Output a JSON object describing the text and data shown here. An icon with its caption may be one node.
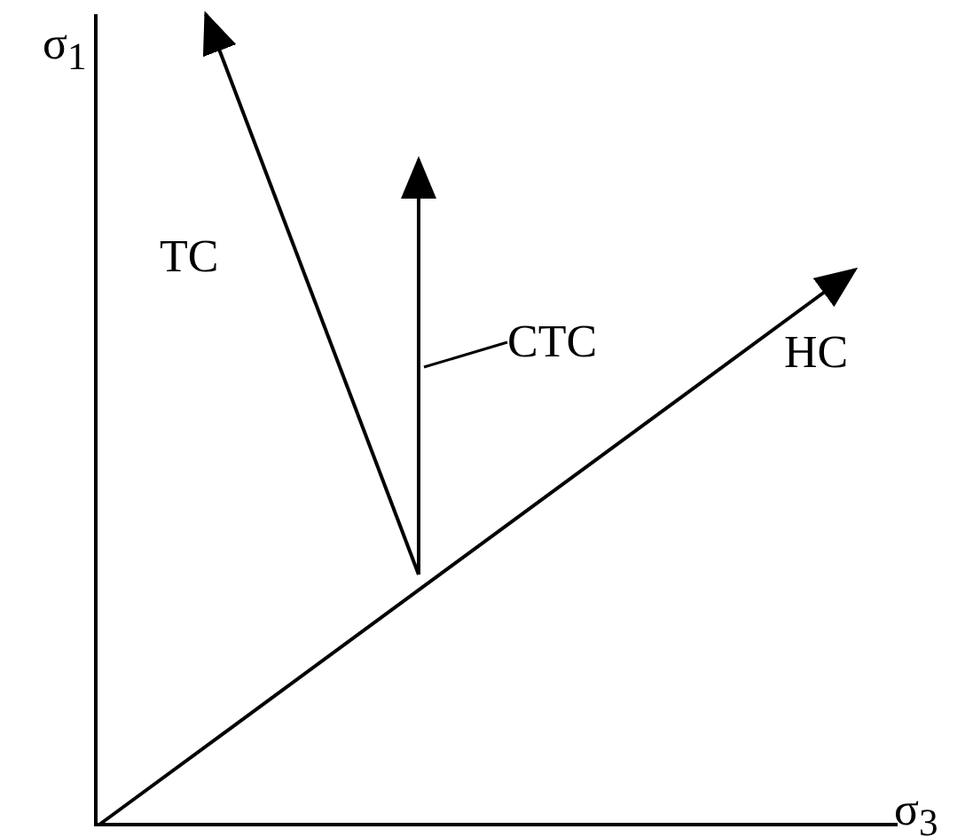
{
  "diagram": {
    "nodes": [
      {
        "text": [
          "CTC"
        ]
      },
      {
        "text": [],
        "shape": "arrow"
      }
    ],
    "edges": [
      {
        "from": 0,
        "to": 1,
        "arrow": "none"
      }
    ],
    "labels": [
      "σ$_{1}$",
      "TC",
      "HC",
      "σ$_{3}$"
    ]
  }
}
